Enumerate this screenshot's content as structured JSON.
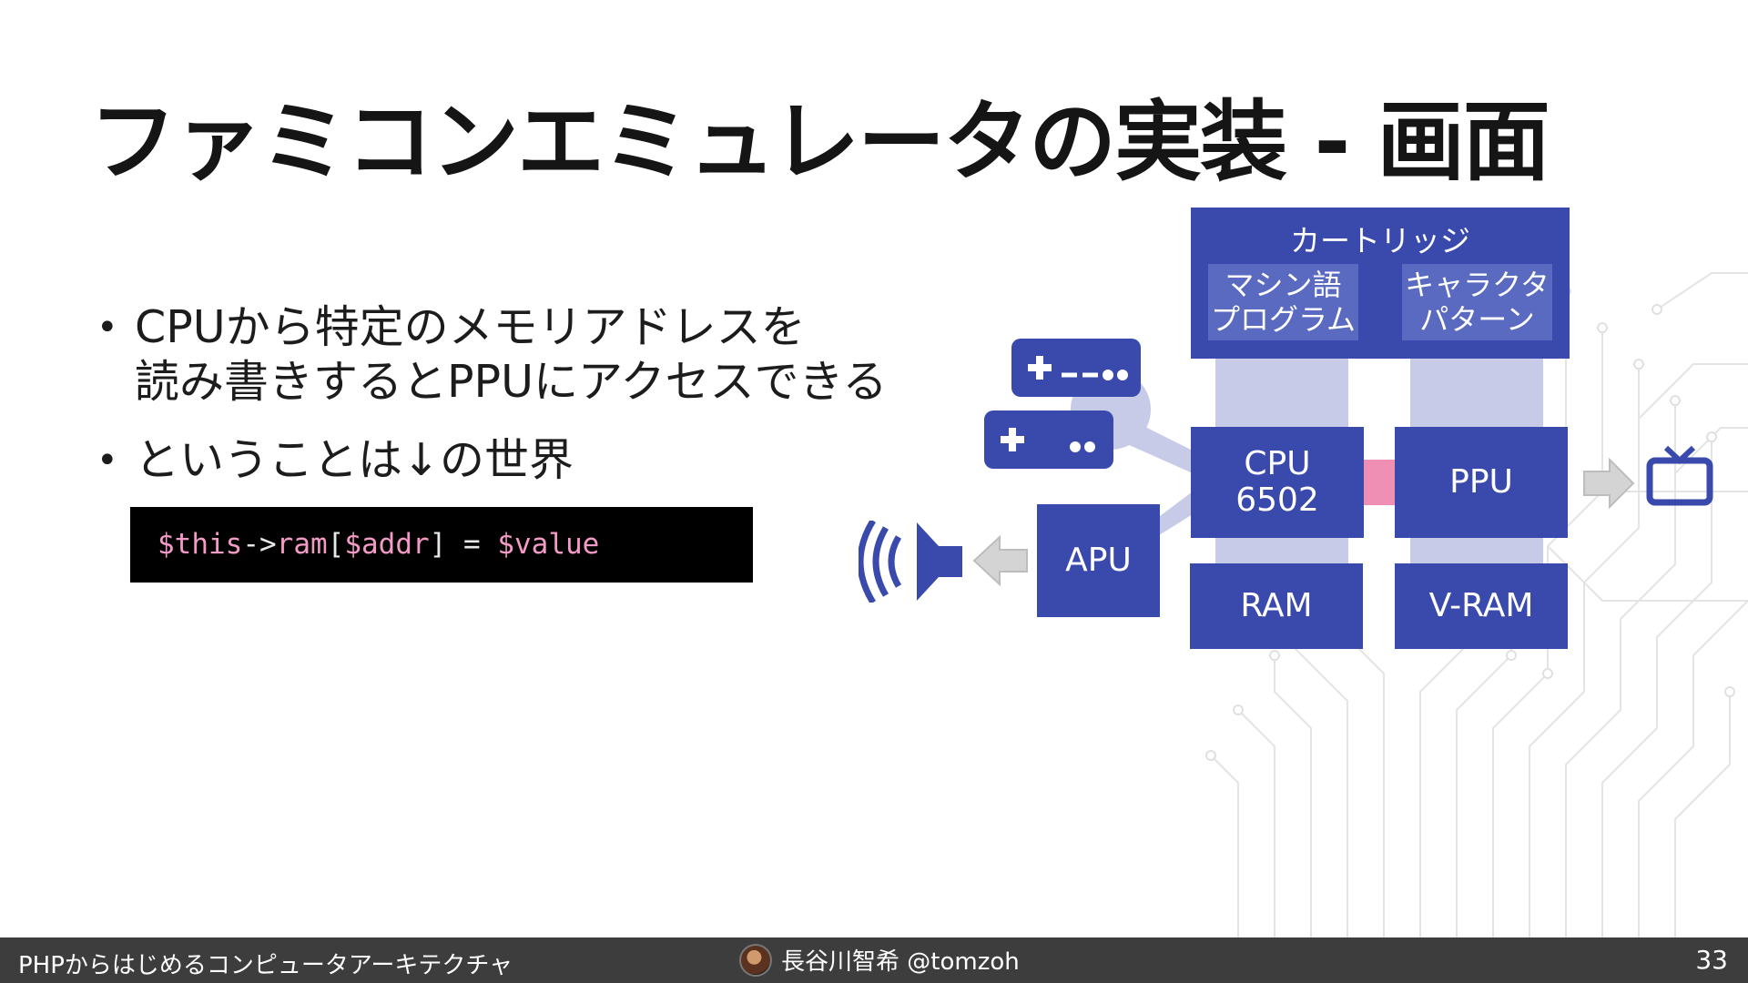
{
  "slide": {
    "title": "ファミコンエミュレータの実装 - 画面",
    "bullets": [
      {
        "lines": [
          "CPUから特定のメモリアドレスを",
          "読み書きするとPPUにアクセスできる"
        ]
      },
      {
        "lines": [
          "ということは↓の世界"
        ]
      }
    ],
    "code": {
      "var1": "$this",
      "arrow": "->",
      "prop": "ram",
      "bracket_open": "[",
      "var2": "$addr",
      "bracket_close": "]",
      "equals": " = ",
      "var3": "$value"
    },
    "diagram": {
      "cartridge": "カートリッジ",
      "machine_code": [
        "マシン語",
        "プログラム"
      ],
      "char_pattern": [
        "キャラクタ",
        "パターン"
      ],
      "cpu": [
        "CPU",
        "6502"
      ],
      "ppu": "PPU",
      "apu": "APU",
      "ram": "RAM",
      "vram": "V-RAM",
      "icons": [
        "controller-icon",
        "controller-icon",
        "speaker-icon",
        "tv-icon",
        "arrow-left-icon",
        "arrow-right-icon"
      ],
      "colors": {
        "block": "#3a4aac",
        "sub_block": "#5a6ac0",
        "bus": "#c7cbe8",
        "cpu_ppu_link": "#f08fb4",
        "arrow": "#d0d0d0"
      }
    }
  },
  "footer": {
    "deck_title": "PHPからはじめるコンピュータアーキテクチャ",
    "author": "長谷川智希 @tomzoh",
    "page_number": "33"
  }
}
